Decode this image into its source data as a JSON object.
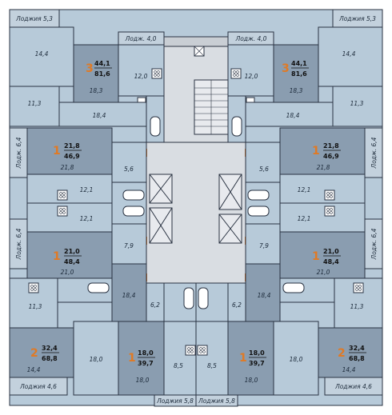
{
  "colors": {
    "room_light": "#b7cad9",
    "room_dark": "#8a9db0",
    "room_shade": "#7d8fa2",
    "corridor": "#d9dde2",
    "balcony": "#c3d1dd",
    "wall": "#2a3342",
    "accent": "#e07a25"
  },
  "loggias": {
    "top_left": "Лоджия 5,3",
    "top_right": "Лоджия 5,3",
    "top_mid_left": "Лодж. 4,0",
    "top_mid_right": "Лодж. 4,0",
    "side_left_upper": "Лодж. 6,4",
    "side_right_upper": "Лодж. 6,4",
    "side_left_lower": "Лодж. 6,4",
    "side_right_lower": "Лодж. 6,4",
    "bottom_left": "Лоджия 4,6",
    "bottom_right": "Лоджия 4,6",
    "bottom_mid_left": "Лоджия 5,8",
    "bottom_mid_right": "Лоджия 5,8"
  },
  "apartments": [
    {
      "id": "apt-top-left",
      "rooms": "3",
      "living": "44,1",
      "total": "81,6"
    },
    {
      "id": "apt-top-right",
      "rooms": "3",
      "living": "44,1",
      "total": "81,6"
    },
    {
      "id": "apt-upper-left",
      "rooms": "1",
      "living": "21,8",
      "total": "46,9"
    },
    {
      "id": "apt-upper-right",
      "rooms": "1",
      "living": "21,8",
      "total": "46,9"
    },
    {
      "id": "apt-mid-left",
      "rooms": "1",
      "living": "21,0",
      "total": "48,4"
    },
    {
      "id": "apt-mid-right",
      "rooms": "1",
      "living": "21,0",
      "total": "48,4"
    },
    {
      "id": "apt-bottom-left",
      "rooms": "2",
      "living": "32,4",
      "total": "68,8"
    },
    {
      "id": "apt-bottom-right",
      "rooms": "2",
      "living": "32,4",
      "total": "68,8"
    },
    {
      "id": "apt-bottom-center-left",
      "rooms": "1",
      "living": "18,0",
      "total": "39,7"
    },
    {
      "id": "apt-bottom-center-right",
      "rooms": "1",
      "living": "18,0",
      "total": "39,7"
    }
  ],
  "room_areas": {
    "tl_room_a": "14,4",
    "tl_room_b": "11,3",
    "tl_room_c": "18,3",
    "tl_hall": "18,4",
    "tl_kitchen": "12,0",
    "tr_room_a": "14,4",
    "tr_room_b": "11,3",
    "tr_room_c": "18,3",
    "tr_hall": "18,4",
    "tr_kitchen": "12,0",
    "ul_room": "21,8",
    "ul_hall": "5,6",
    "ul_kitchen": "12,1",
    "ur_room": "21,8",
    "ur_hall": "5,6",
    "ur_kitchen": "12,1",
    "ml_kitchen": "12,1",
    "ml_hall": "7,9",
    "ml_room": "21,0",
    "mr_kitchen": "12,1",
    "mr_hall": "7,9",
    "mr_room": "21,0",
    "bl_room_a": "11,3",
    "bl_hall": "18,4",
    "bl_room_b": "18,0",
    "bl_room_c": "14,4",
    "bl_small": "6,2",
    "br_room_a": "11,3",
    "br_hall": "18,4",
    "br_room_b": "18,0",
    "br_room_c": "14,4",
    "br_small": "6,2",
    "bcl_room": "18,0",
    "bcl_kitchen": "8,5",
    "bcr_room": "18,0",
    "bcr_kitchen": "8,5"
  }
}
